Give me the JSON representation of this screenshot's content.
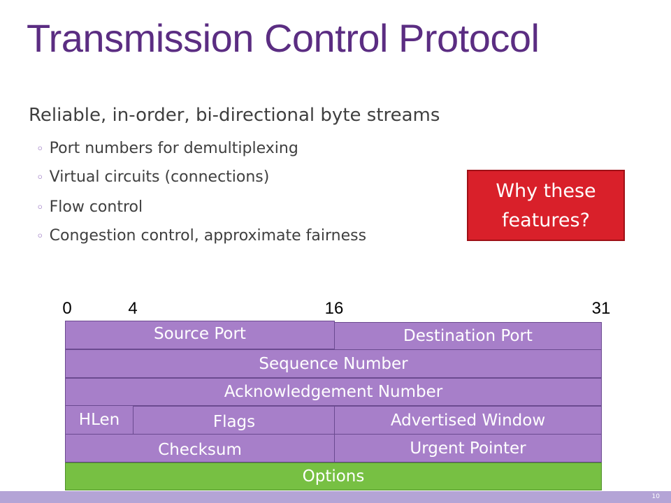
{
  "slide": {
    "title": "Transmission Control Protocol",
    "main_bullet": "Reliable, in-order, bi-directional byte streams",
    "sub_bullets": [
      "Port numbers for demultiplexing",
      "Virtual circuits (connections)",
      "Flow control",
      "Congestion control, approximate fairness"
    ],
    "sub_bullet_marker": "◦",
    "callout": {
      "line1": "Why these",
      "line2": "features?"
    },
    "page_number": "10"
  },
  "colors": {
    "title": "#5b2d82",
    "field": "#a77fc9",
    "options_field": "#77c043",
    "callout": "#d9202a",
    "footer_bar": "#b4a4d6"
  },
  "header_diagram": {
    "bit_ticks": [
      "0",
      "4",
      "16",
      "31"
    ],
    "fields": {
      "source_port": "Source Port",
      "destination_port": "Destination Port",
      "sequence_number": "Sequence Number",
      "acknowledgement_number": "Acknowledgement Number",
      "hlen": "HLen",
      "flags": "Flags",
      "advertised_window": "Advertised Window",
      "checksum": "Checksum",
      "urgent_pointer": "Urgent Pointer",
      "options": "Options"
    }
  }
}
